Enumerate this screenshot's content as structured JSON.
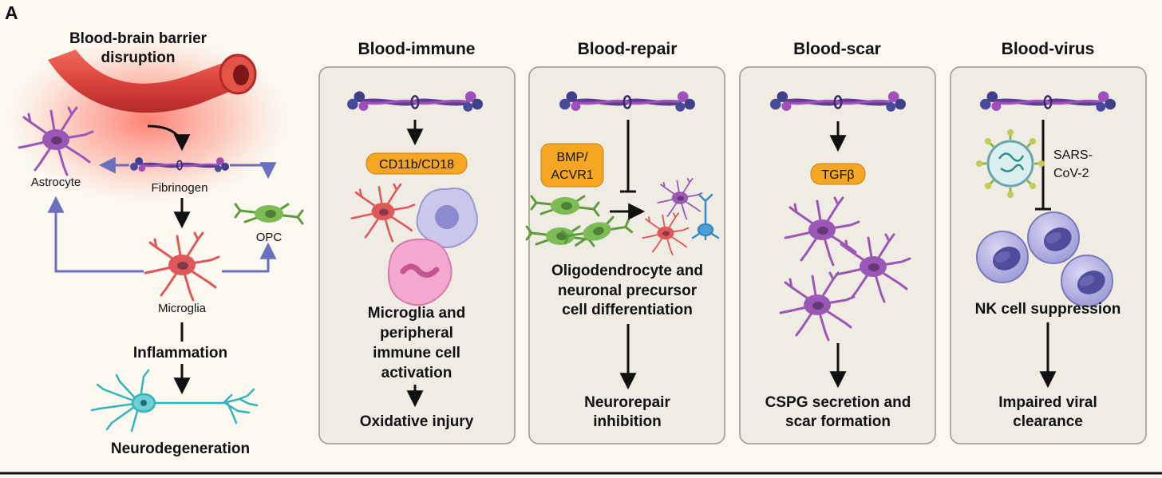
{
  "panel_letter": "A",
  "overview": {
    "bbb_line1": "Blood-brain barrier",
    "bbb_line2": "disruption",
    "astrocyte": "Astrocyte",
    "fibrinogen": "Fibrinogen",
    "opc": "OPC",
    "microglia": "Microglia",
    "inflammation": "Inflammation",
    "neurodegeneration": "Neurodegeneration"
  },
  "panels": {
    "immune": {
      "title": "Blood-immune",
      "receptor": "CD11b/CD18",
      "result_lines": [
        "Microglia and",
        "peripheral",
        "immune cell",
        "activation"
      ],
      "outcome": "Oxidative injury"
    },
    "repair": {
      "title": "Blood-repair",
      "receptor_lines": [
        "BMP/",
        "ACVR1"
      ],
      "result_lines": [
        "Oligodendrocyte and",
        "neuronal precursor",
        "cell differentiation"
      ],
      "outcome_lines": [
        "Neurorepair",
        "inhibition"
      ]
    },
    "scar": {
      "title": "Blood-scar",
      "receptor": "TGFβ",
      "outcome_lines": [
        "CSPG secretion and",
        "scar formation"
      ]
    },
    "virus": {
      "title": "Blood-virus",
      "virus_lines": [
        "SARS-",
        "CoV-2"
      ],
      "result": "NK cell suppression",
      "outcome_lines": [
        "Impaired viral",
        "clearance"
      ]
    }
  },
  "colors": {
    "background": "#fbf8f0",
    "panel_fill": "#efece3",
    "panel_stroke": "#9a968c",
    "receptor_badge": "#f5a623",
    "vessel": "#d8413a",
    "blue_arrow": "#6b6fbf",
    "astrocyte": "#9b57b5",
    "microglia": "#e0575a",
    "opc": "#6faa4a",
    "neuron": "#33b3bb",
    "nk_cell": "#a7a6dc"
  }
}
